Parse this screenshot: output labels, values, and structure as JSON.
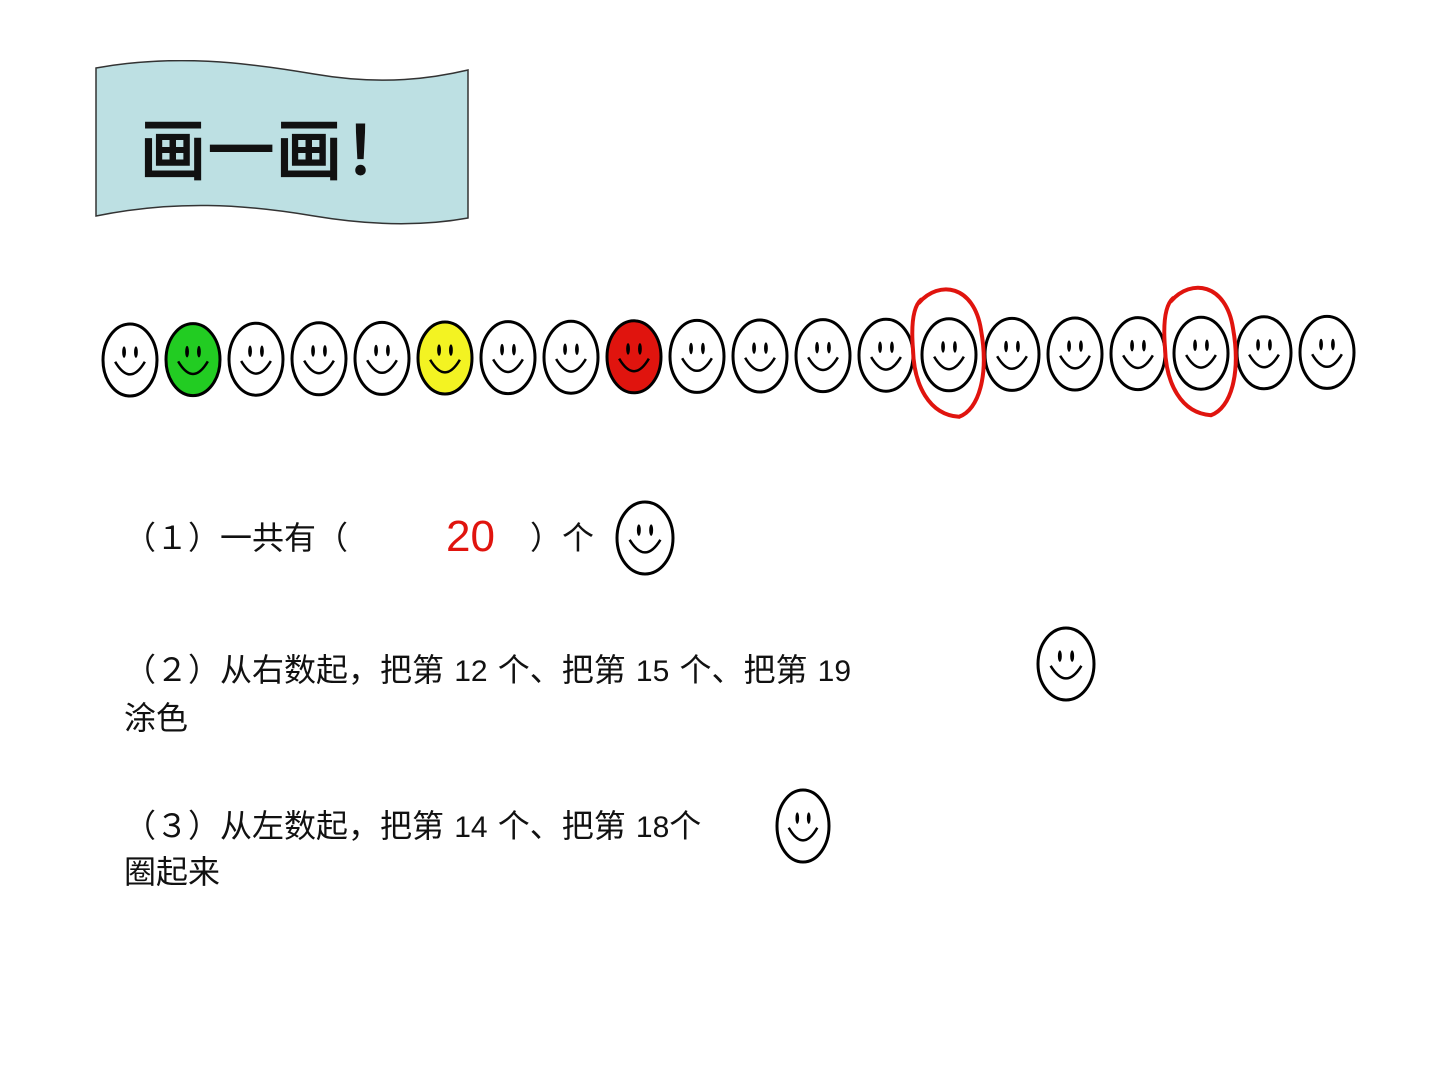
{
  "title": "画一画！",
  "colors": {
    "banner_fill": "#bde0e3",
    "face_default": "#ffffff",
    "face_green": "#22cc22",
    "face_yellow": "#f3f322",
    "face_red": "#e0140e",
    "annotation_red": "#e0140e"
  },
  "faces": {
    "count": 20,
    "fills": [
      "white",
      "green",
      "white",
      "white",
      "white",
      "yellow",
      "white",
      "white",
      "red",
      "white",
      "white",
      "white",
      "white",
      "white",
      "white",
      "white",
      "white",
      "white",
      "white",
      "white"
    ],
    "circled_positions": [
      14,
      18
    ]
  },
  "questions": {
    "q1": {
      "prefix": "（１）一共有（",
      "answer": "20",
      "suffix": "）个"
    },
    "q2": {
      "line1_a": "（２）从右数起，把第 ",
      "n1": "12",
      "mid1": " 个、把第 ",
      "n2": "15",
      "mid2": " 个、把第 ",
      "n3": "19",
      "line2": "涂色"
    },
    "q3": {
      "line1_a": "（３）从左数起，把第 ",
      "n1": "14",
      "mid1": " 个、把第 ",
      "n2": "18",
      "tail": "个",
      "line2": "圈起来"
    }
  }
}
